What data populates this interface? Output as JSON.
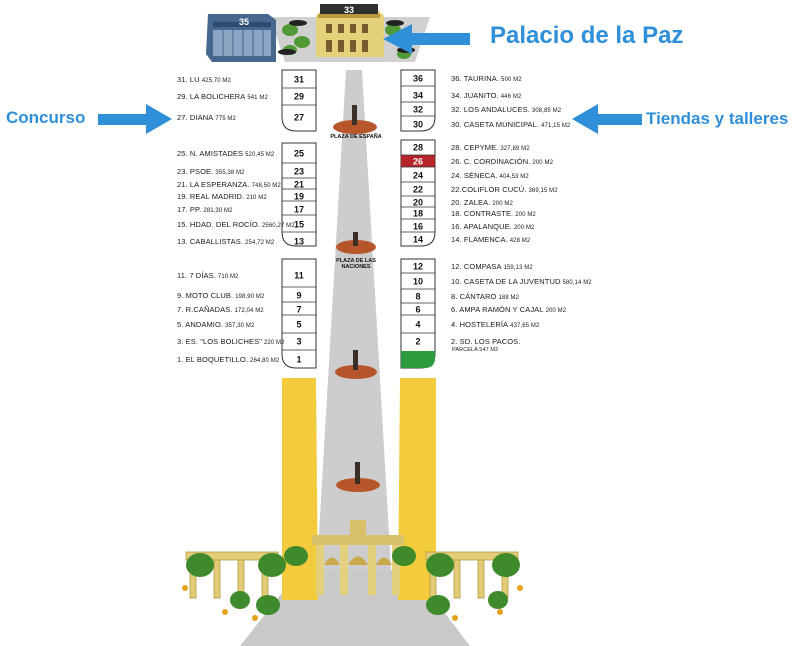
{
  "callouts": {
    "palacio": "Palacio de la Paz",
    "concurso": "Concurso",
    "tiendas": "Tiendas y talleres"
  },
  "plazas": {
    "espana": "PLAZA DE ESPAÑA",
    "naciones_1": "PLAZA DE LAS",
    "naciones_2": "NACIONES"
  },
  "buildings": {
    "left": "35",
    "center": "33"
  },
  "colors": {
    "accent_blue": "#2f8fd8",
    "red_plot": "#b5252a",
    "green_plot": "#2e9b3f",
    "yellow_strip": "#f2cc3c",
    "road_gray": "#cfcfcf"
  },
  "left_lots": [
    {
      "num": "31",
      "name": "31. LU",
      "area": "425,70 M2"
    },
    {
      "num": "29",
      "name": "29. LA BOLICHERA",
      "area": "541 M2"
    },
    {
      "num": "27",
      "name": "27. DIANA",
      "area": "775 M2"
    },
    {
      "num": "25",
      "name": "25. N. AMISTADES",
      "area": "520,45 M2"
    },
    {
      "num": "23",
      "name": "23. PSOE.",
      "area": "355,38 M2"
    },
    {
      "num": "21",
      "name": "21. LA ESPERANZA.",
      "area": "748,50 M2"
    },
    {
      "num": "19",
      "name": "19. REAL MADRID.",
      "area": "210 M2"
    },
    {
      "num": "17",
      "name": "17. PP.",
      "area": "281,30 M2"
    },
    {
      "num": "15",
      "name": "15. HDAD. DEL ROCÍO.",
      "area": "2560,27 M2"
    },
    {
      "num": "13",
      "name": "13. CABALLISTAS.",
      "area": "254,72 M2"
    },
    {
      "num": "11",
      "name": "11. 7 DÍAS.",
      "area": "710 M2"
    },
    {
      "num": "9",
      "name": "9. MOTO CLUB.",
      "area": "198,90 M2"
    },
    {
      "num": "7",
      "name": "7. R.CAÑADAS.",
      "area": "172,04 M2"
    },
    {
      "num": "5",
      "name": "5. ANDAMIO.",
      "area": "357,30 M2"
    },
    {
      "num": "3",
      "name": "3. ES. \"LOS BOLICHES\"",
      "area": "220 M2"
    },
    {
      "num": "1",
      "name": "1. EL BOQUETILLO.",
      "area": "264,80 M2"
    }
  ],
  "right_lots": [
    {
      "num": "36",
      "name": "36. TAURINA.",
      "area": "500 M2"
    },
    {
      "num": "34",
      "name": "34. JUANITO.",
      "area": "446 M2"
    },
    {
      "num": "32",
      "name": "32. LOS ANDALUCES.",
      "area": "308,85 M2"
    },
    {
      "num": "30",
      "name": "30. CASETA MUNICIPAL.",
      "area": "471,15 M2"
    },
    {
      "num": "28",
      "name": "28. CEPYME.",
      "area": "327,89 M2"
    },
    {
      "num": "26",
      "name": "26. C. CORDINACIÓN.",
      "area": "200 M2"
    },
    {
      "num": "24",
      "name": "24. SÉNECA.",
      "area": "404,53 M2"
    },
    {
      "num": "22",
      "name": "22.COLIFLOR CUCÚ.",
      "area": "369,15 M2"
    },
    {
      "num": "20",
      "name": "20. ZALEA.",
      "area": "200 M2"
    },
    {
      "num": "18",
      "name": "18. CONTRASTE.",
      "area": "200 M2"
    },
    {
      "num": "16",
      "name": "16. APALANQUE.",
      "area": "200 M2"
    },
    {
      "num": "14",
      "name": "14. FLAMENCA.",
      "area": "428 M2"
    },
    {
      "num": "12",
      "name": "12. COMPASA",
      "area": "159,13 M2"
    },
    {
      "num": "10",
      "name": "10. CASETA DE LA JUVENTUD",
      "area": "580,14 M2"
    },
    {
      "num": "8",
      "name": "8. CÁNTARO",
      "area": "188 M2"
    },
    {
      "num": "6",
      "name": "6. AMPA RAMÓN Y CAJAL",
      "area": "200 M2"
    },
    {
      "num": "4",
      "name": "4. HOSTELERÍA",
      "area": "437,65 M2"
    },
    {
      "num": "2",
      "name": "2. SD. LOS PACOS.",
      "area": ""
    }
  ],
  "extra_labels": {
    "rocio_area": "",
    "parcela": "PARCELA 547 M2"
  }
}
